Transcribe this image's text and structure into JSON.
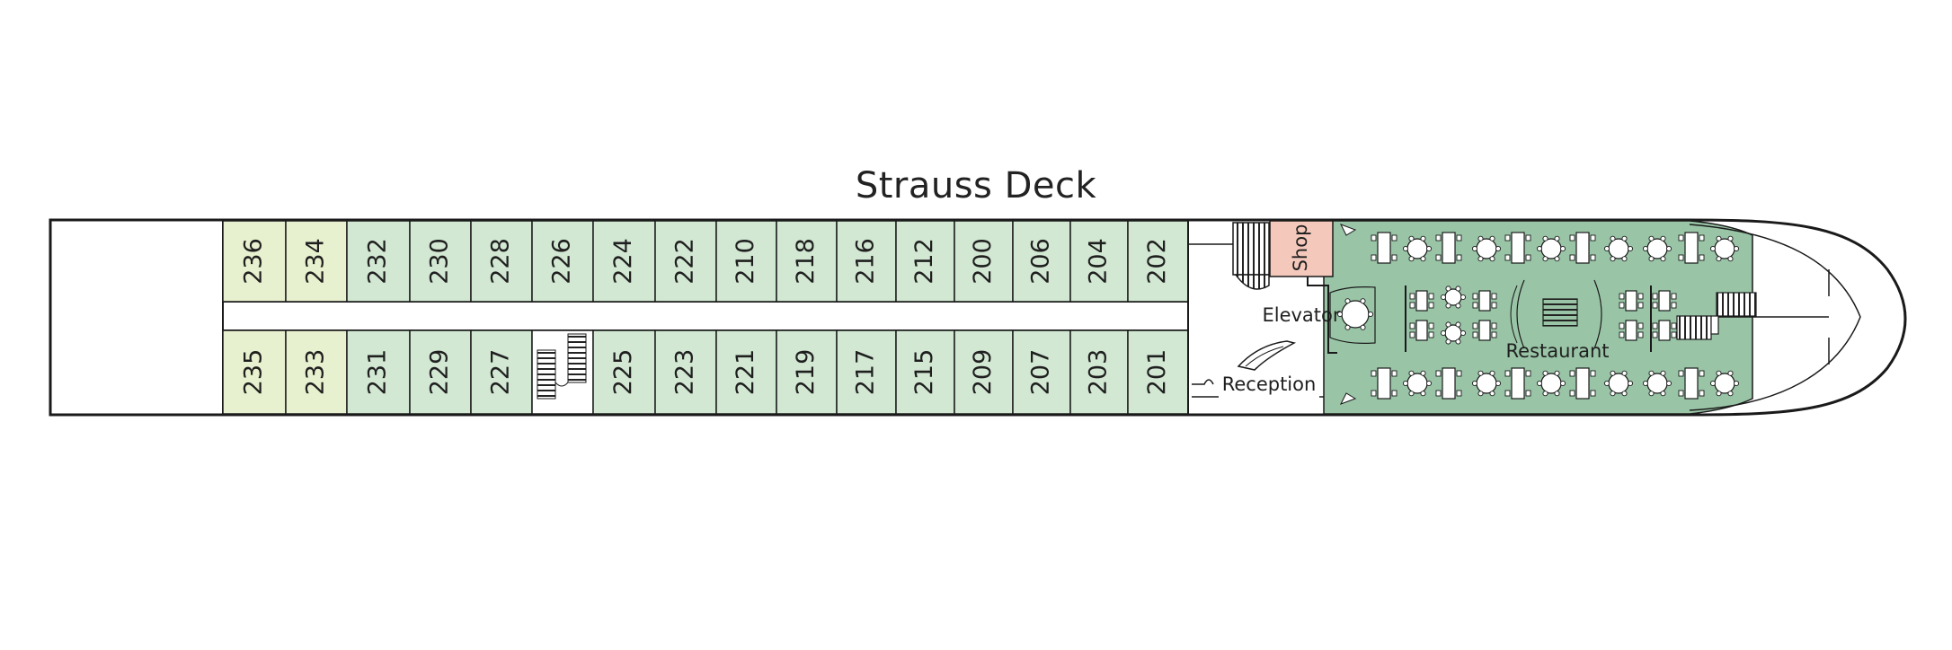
{
  "deck": {
    "title": "Strauss Deck"
  },
  "colors": {
    "cabin_standard": "#d2e8d3",
    "cabin_suite": "#e8f1cf",
    "restaurant": "#99c4a6",
    "shop": "#f4c9bb",
    "outline": "#1a1a1a"
  },
  "cabins_top": [
    {
      "number": "236",
      "type": "suite"
    },
    {
      "number": "234",
      "type": "suite"
    },
    {
      "number": "232",
      "type": "standard"
    },
    {
      "number": "230",
      "type": "standard"
    },
    {
      "number": "228",
      "type": "standard"
    },
    {
      "number": "226",
      "type": "standard"
    },
    {
      "number": "224",
      "type": "standard"
    },
    {
      "number": "222",
      "type": "standard"
    },
    {
      "number": "210",
      "type": "standard"
    },
    {
      "number": "218",
      "type": "standard"
    },
    {
      "number": "216",
      "type": "standard"
    },
    {
      "number": "212",
      "type": "standard"
    },
    {
      "number": "200",
      "type": "standard"
    },
    {
      "number": "206",
      "type": "standard"
    },
    {
      "number": "204",
      "type": "standard"
    },
    {
      "number": "202",
      "type": "standard"
    }
  ],
  "cabins_bottom": [
    {
      "number": "235",
      "type": "suite"
    },
    {
      "number": "233",
      "type": "suite"
    },
    {
      "number": "231",
      "type": "standard"
    },
    {
      "number": "229",
      "type": "standard"
    },
    {
      "number": "227",
      "type": "standard"
    },
    {
      "number": "",
      "type": "stairs"
    },
    {
      "number": "225",
      "type": "standard"
    },
    {
      "number": "223",
      "type": "standard"
    },
    {
      "number": "221",
      "type": "standard"
    },
    {
      "number": "219",
      "type": "standard"
    },
    {
      "number": "217",
      "type": "standard"
    },
    {
      "number": "215",
      "type": "standard"
    },
    {
      "number": "209",
      "type": "standard"
    },
    {
      "number": "207",
      "type": "standard"
    },
    {
      "number": "203",
      "type": "standard"
    },
    {
      "number": "201",
      "type": "standard"
    }
  ],
  "areas": {
    "shop": "Shop",
    "elevator": "Elevator",
    "reception": "Reception",
    "restaurant": "Restaurant"
  }
}
